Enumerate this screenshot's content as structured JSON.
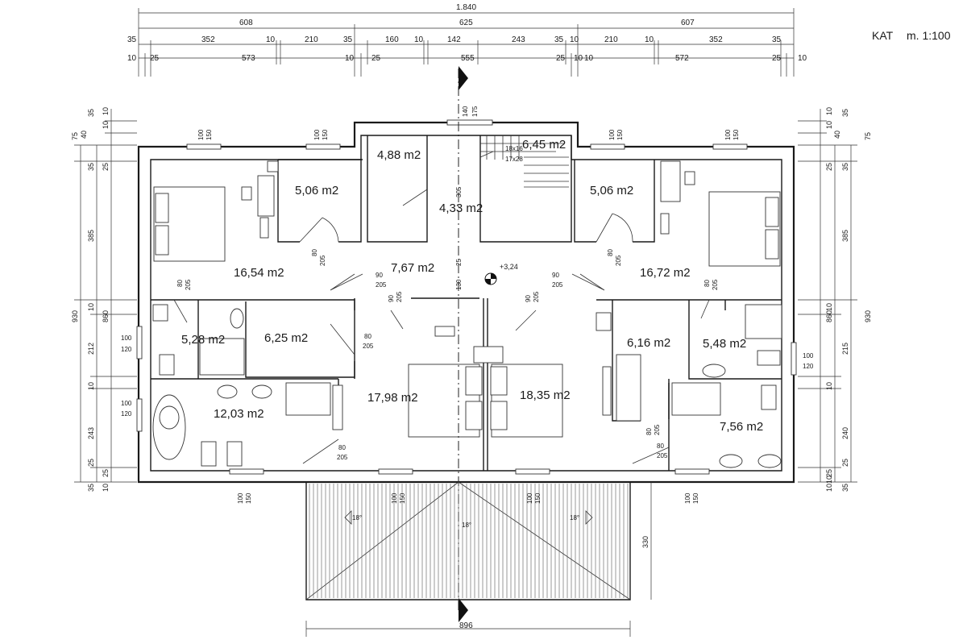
{
  "title": "KAT",
  "scale": "m. 1:100",
  "rooms": [
    {
      "label": "16,54 m2"
    },
    {
      "label": "5,06 m2"
    },
    {
      "label": "4,88 m2"
    },
    {
      "label": "4,33 m2"
    },
    {
      "label": "6,45 m2"
    },
    {
      "label": "5,06 m2"
    },
    {
      "label": "16,72 m2"
    },
    {
      "label": "7,67 m2"
    },
    {
      "label": "5,28 m2"
    },
    {
      "label": "6,25 m2"
    },
    {
      "label": "6,16 m2"
    },
    {
      "label": "5,48 m2"
    },
    {
      "label": "12,03 m2"
    },
    {
      "label": "17,98 m2"
    },
    {
      "label": "18,35 m2"
    },
    {
      "label": "7,56 m2"
    }
  ],
  "level": "+3,24",
  "stair_note_1": "18x16",
  "stair_note_2": "17x28",
  "roof_pitch": "18°",
  "top_dims": {
    "overall": "1.840",
    "row2": [
      "608",
      "625",
      "607"
    ],
    "row3": [
      "35",
      "352",
      "10",
      "210",
      "35",
      "160",
      "10",
      "142",
      "243",
      "35",
      "10",
      "210",
      "10",
      "352",
      "35"
    ],
    "row4": [
      "10",
      "25",
      "573",
      "10",
      "25",
      "555",
      "25",
      "10",
      "10",
      "572",
      "25",
      "10"
    ]
  },
  "bottom_dim": "896",
  "left_dims": {
    "outer": "930",
    "mid": [
      "385",
      "860",
      "212",
      "243"
    ],
    "small": [
      "75",
      "40",
      "35",
      "35",
      "25",
      "10",
      "10",
      "25",
      "35",
      "10",
      "10",
      "25",
      "10"
    ]
  },
  "right_dims": {
    "outer": "930",
    "mid": [
      "385",
      "860",
      "215",
      "240"
    ],
    "small": [
      "75",
      "35",
      "25",
      "10",
      "40",
      "10",
      "35",
      "25",
      "10",
      "10",
      "25",
      "35",
      "10",
      "10"
    ]
  },
  "side_dims": {
    "roof_depth": "330",
    "stair_v": "305",
    "v130": "130",
    "v25": "25",
    "v140": "140",
    "v175": "175"
  },
  "openings": {
    "window_w": "100",
    "window_h": "150",
    "door_w": "80",
    "door_h": "205",
    "door90": "90",
    "bath_w": "100",
    "bath_h": "120"
  }
}
